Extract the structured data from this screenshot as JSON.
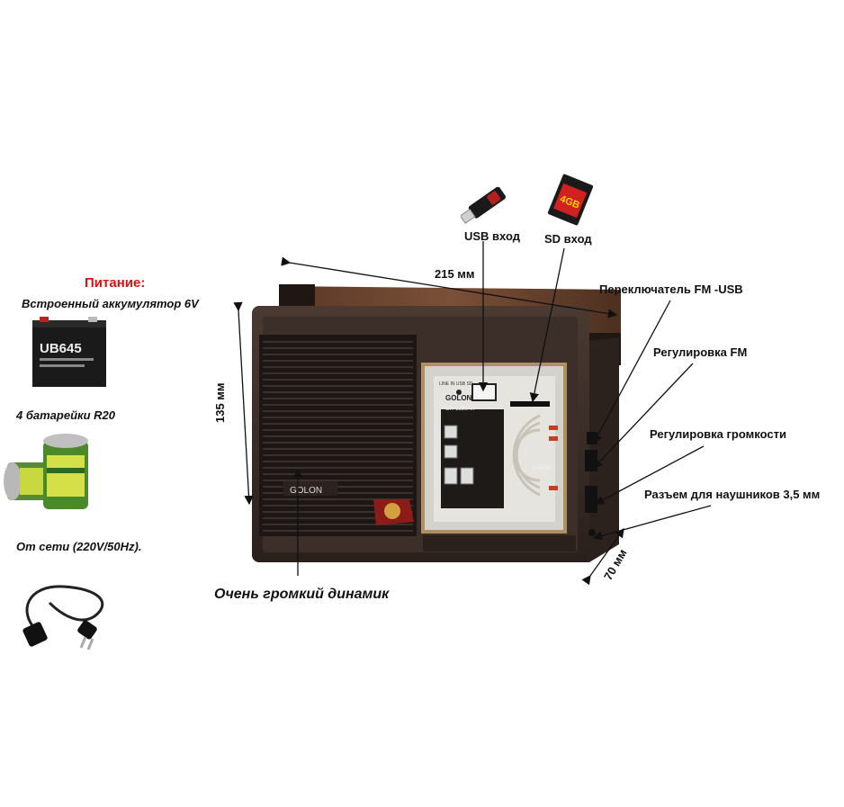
{
  "power": {
    "title": "Питание:",
    "battery_label": "Встроенный аккумулятор 6V",
    "battery_model": "UB645",
    "cells_label": "4 батарейки R20",
    "mains_label": "От сети (220V/50Hz)."
  },
  "ports": {
    "usb_label": "USB вход",
    "sd_label": "SD вход",
    "sd_card_text": "4GB"
  },
  "dimensions": {
    "width": "215 мм",
    "height": "135 мм",
    "depth": "70 мм"
  },
  "controls": {
    "fm_usb_switch": "Переключатель FM -USB",
    "fm_tuning": "Регулировка  FM",
    "volume": "Регулировка громкости",
    "headphones": "Разъем для наушников 3,5 мм"
  },
  "speaker_label": "Очень громкий динамик",
  "radio": {
    "brand": "GOLON",
    "panel_brand": "GOLON",
    "model": "GR-1330AR",
    "tuning": "TUNING"
  },
  "colors": {
    "wood": "#6b4530",
    "body": "#3a2c26",
    "panel": "#c8c6c0",
    "accent_red": "#e01010"
  }
}
